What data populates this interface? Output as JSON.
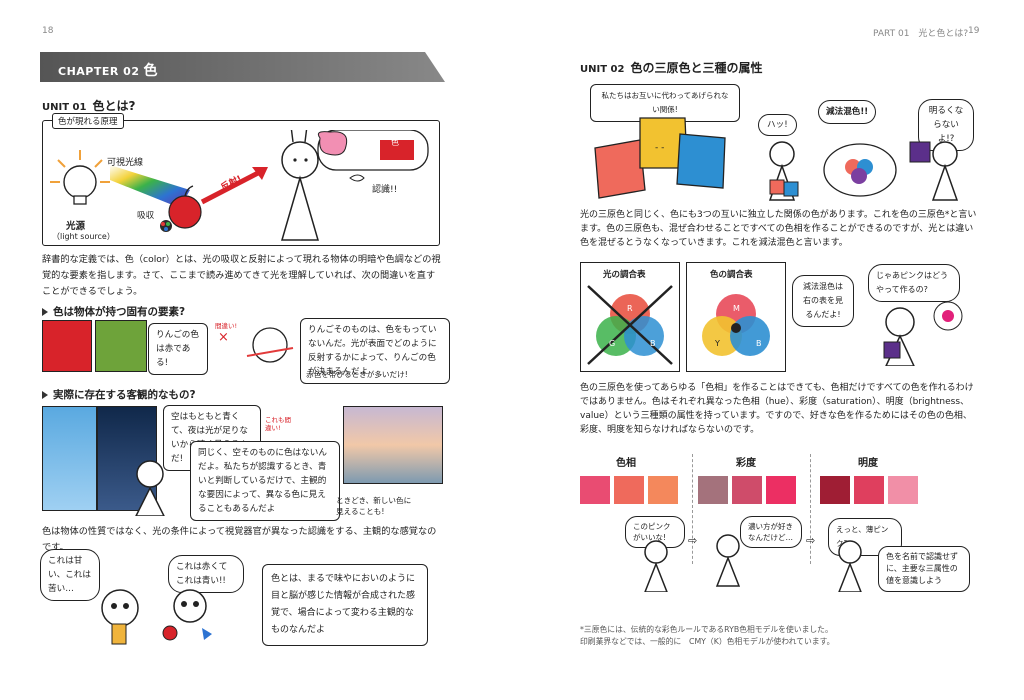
{
  "left_page": {
    "page_number": "18",
    "chapter": {
      "label": "CHAPTER 02",
      "title": "色"
    },
    "unit": {
      "label": "UNIT 01",
      "title": "色とは?"
    },
    "principle": {
      "caption": "色が現れる原理",
      "visible_light": "可視光線",
      "light_source": "光源",
      "light_source_en": "（light source）",
      "absorb": "吸収",
      "reflect": "反射!",
      "color_label": "色",
      "recognize": "認識!!"
    },
    "intro_text": "辞書的な定義では、色（color）とは、光の吸収と反射によって現れる物体の明暗や色調などの視覚的な要素を指します。さて、ここまで読み進めてきて光を理解していれば、次の間違いを直すことができるでしょう。",
    "q1": {
      "heading": "色は物体が持つ固有の要素?",
      "bubble1": "りんごの色は赤である!",
      "wrong": "間違い!",
      "bubble2": "りんごそのものは、色をもっていないんだ。光が表面でどのように反射するかによって、りんごの色が決まるんだよ",
      "note": "赤色を帯びるときが多いだけ!"
    },
    "q2": {
      "heading": "実際に存在する客観的なもの?",
      "bubble1": "空はもともと青くて、夜は光が足りないから暗く見えるんだ!",
      "wrong": "これも間違い!",
      "bubble2": "同じく、空そのものに色はないんだよ。私たちが認識するとき、青いと判断しているだけで、主観的な要因によって、異なる色に見えることもあるんだよ",
      "note": "ときどき、新しい色に見えることも!"
    },
    "conclusion": "色は物体の性質ではなく、光の条件によって視覚器官が異なった認識をする、主観的な感覚なのです。",
    "conclusion_highlight": "主観的な感覚",
    "bottom": {
      "bubble1": "これは甘い、これは苦い…",
      "bubble2": "これは赤くて これは青い!!",
      "bubble3": "色とは、まるで味やにおいのように目と脳が感じた情報が合成された感覚で、場合によって変わる主観的なものなんだよ"
    }
  },
  "right_page": {
    "header": "PART 01　光と色とは?",
    "page_number": "19",
    "unit": {
      "label": "UNIT 02",
      "title": "色の三原色と三種の属性"
    },
    "banner": "私たちはお互いに代わってあげられない関係!",
    "exclaim1": "ハッ!",
    "exclaim2": "減法混色!!",
    "exclaim3": "明るくならないよ!?",
    "para1": "光の三原色と同じく、色にも3つの互いに独立した関係の色があります。これを色の三原色*と言います。色の三原色も、混ぜ合わせることですべての色相を作ることができるのですが、光とは違い色を混ぜるとうなくなっていきます。これを減法混色と言います。",
    "table_light": {
      "title": "光の調合表",
      "letters": [
        "R",
        "G",
        "B"
      ]
    },
    "table_color": {
      "title": "色の調合表",
      "letters": [
        "M",
        "Y",
        "B"
      ]
    },
    "note_right": "減法混色は右の表を見るんだよ!",
    "question": "じゃあピンクはどうやって作るの?",
    "para2": "色の三原色を使ってあらゆる「色相」を作ることはできても、色相だけですべての色を作れるわけではありません。色はそれぞれ異なった色相（hue）、彩度（saturation）、明度（brightness、value）という三種類の属性を持っています。ですので、好きな色を作るためにはその色の色相、彩度、明度を知らなければならないのです。",
    "attributes": [
      {
        "name": "色相",
        "swatches": [
          "#e94c72",
          "#ef6a5c",
          "#f4885c"
        ],
        "bubble": "このピンクがいいな!"
      },
      {
        "name": "彩度",
        "swatches": [
          "#a4727c",
          "#cf4c6a",
          "#ec2f63"
        ],
        "bubble": "濃い方が好きなんだけど…"
      },
      {
        "name": "明度",
        "swatches": [
          "#9f1e34",
          "#df3f5e",
          "#f18fa7"
        ],
        "bubble": "えっと、薄ピンク?"
      }
    ],
    "final_bubble": "色を名前で認識せずに、主要な三属性の値を意識しよう",
    "footnote1": "*三原色には、伝統的な彩色ルールであるRYB色相モデルを使いました。",
    "footnote2": "印刷業界などでは、一般的に　CMY（K）色相モデルが使われています。"
  }
}
